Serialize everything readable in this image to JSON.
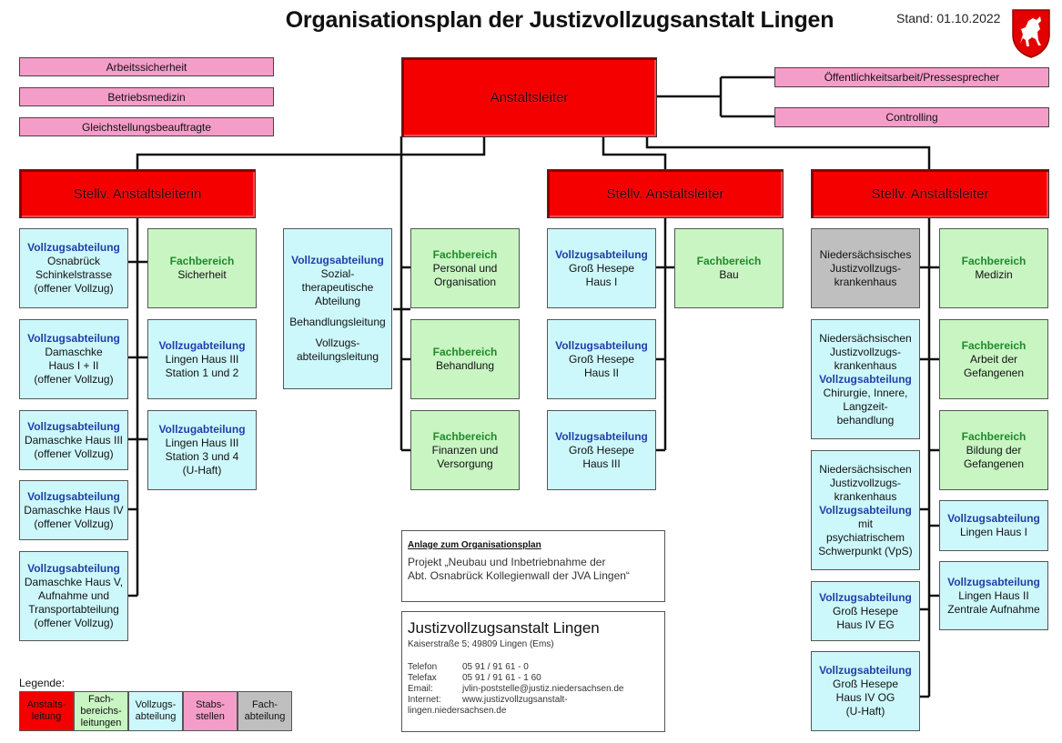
{
  "header": {
    "title": "Organisationsplan der Justizvollzugsanstalt Lingen",
    "stand": "Stand: 01.10.2022"
  },
  "colors": {
    "leitung": "#f50000",
    "fachbereich": "#c8f5c2",
    "vollzug": "#cdf8fb",
    "stab": "#f59dc9",
    "fachabteilung": "#bfbfbf",
    "heading_vollzug": "#1f3fa8",
    "heading_fach": "#1f8a2a"
  },
  "staff": {
    "left": [
      "Arbeitssicherheit",
      "Betriebsmedizin",
      "Gleichstellungsbeauftragte"
    ],
    "right": [
      "Öffentlichkeitsarbeit/Pressesprecher",
      "Controlling"
    ]
  },
  "leader": "Anstaltsleiter",
  "deputies": [
    "Stellv. Anstaltsleiterin",
    "Stellv. Anstaltsleiter",
    "Stellv. Anstaltsleiter"
  ],
  "units": {
    "u1": {
      "h": "Vollzugsabteilung",
      "t": [
        "Osnabrück",
        "Schinkelstrasse",
        "(offener Vollzug)"
      ]
    },
    "u2": {
      "h": "Vollzugsabteilung",
      "t": [
        "Damaschke",
        "Haus I + II",
        "(offener Vollzug)"
      ]
    },
    "u3": {
      "h": "Vollzugsabteilung",
      "t": [
        "Damaschke Haus III",
        "(offener Vollzug)"
      ]
    },
    "u4": {
      "h": "Vollzugsabteilung",
      "t": [
        "Damaschke Haus IV",
        "(offener Vollzug)"
      ]
    },
    "u5": {
      "h": "Vollzugsabteilung",
      "t": [
        "Damaschke Haus V,",
        "Aufnahme und",
        "Transportabteilung",
        "(offener Vollzug)"
      ]
    },
    "f1": {
      "h": "Fachbereich",
      "t": [
        "Sicherheit"
      ]
    },
    "u6": {
      "h": "Vollzugabteilung",
      "t": [
        "Lingen Haus III",
        "Station 1 und 2"
      ]
    },
    "u7": {
      "h": "Vollzugabteilung",
      "t": [
        "Lingen Haus III",
        "Station 3 und 4",
        "(U-Haft)"
      ]
    },
    "u8": {
      "h": "Vollzugsabteilung",
      "t": [
        "Sozial-",
        "therapeutische",
        "Abteilung"
      ],
      "extra1": "Behandlungsleitung",
      "extra2": [
        "Vollzugs-",
        "abteilungsleitung"
      ]
    },
    "f2": {
      "h": "Fachbereich",
      "t": [
        "Personal und",
        "Organisation"
      ]
    },
    "f3": {
      "h": "Fachbereich",
      "t": [
        "Behandlung"
      ]
    },
    "f4": {
      "h": "Fachbereich",
      "t": [
        "Finanzen und",
        "Versorgung"
      ]
    },
    "u9": {
      "h": "Vollzugsabteilung",
      "t": [
        "Groß Hesepe",
        "Haus I"
      ]
    },
    "u10": {
      "h": "Vollzugsabteilung",
      "t": [
        "Groß Hesepe",
        "Haus II"
      ]
    },
    "u11": {
      "h": "Vollzugsabteilung",
      "t": [
        "Groß Hesepe",
        "Haus III"
      ]
    },
    "f5": {
      "h": "Fachbereich",
      "t": [
        "Bau"
      ]
    },
    "g1": {
      "t": [
        "Niedersächsisches",
        "Justizvollzugs-",
        "krankenhaus"
      ]
    },
    "u12": {
      "pre": [
        "Niedersächsischen",
        "Justizvollzugs-",
        "krankenhaus"
      ],
      "h": "Vollzugsabteilung",
      "t": [
        "Chirurgie, Innere,",
        "Langzeit-",
        "behandlung"
      ]
    },
    "u13": {
      "pre": [
        "Niedersächsischen",
        "Justizvollzugs-",
        "krankenhaus"
      ],
      "h": "Vollzugsabteilung",
      "t": [
        "mit",
        "psychiatrischem",
        "Schwerpunkt (VpS)"
      ]
    },
    "u14": {
      "h": "Vollzugsabteilung",
      "t": [
        "Groß Hesepe",
        "Haus IV EG"
      ]
    },
    "u15": {
      "h": "Vollzugsabteilung",
      "t": [
        "Groß Hesepe",
        "Haus IV OG",
        "(U-Haft)"
      ]
    },
    "f6": {
      "h": "Fachbereich",
      "t": [
        "Medizin"
      ]
    },
    "f7": {
      "h": "Fachbereich",
      "t": [
        "Arbeit der",
        "Gefangenen"
      ]
    },
    "f8": {
      "h": "Fachbereich",
      "t": [
        "Bildung der",
        "Gefangenen"
      ]
    },
    "u16": {
      "h": "Vollzugsabteilung",
      "t": [
        "Lingen Haus I"
      ]
    },
    "u17": {
      "h": "Vollzugsabteilung",
      "t": [
        "Lingen Haus II",
        "Zentrale Aufnahme"
      ]
    }
  },
  "annex": {
    "title": "Anlage zum Organisationsplan",
    "lines": [
      "Projekt „Neubau und Inbetriebnahme der",
      "Abt. Osnabrück Kollegienwall der JVA Lingen“"
    ]
  },
  "contact": {
    "name": "Justizvollzugsanstalt Lingen",
    "address": "Kaiserstraße 5; 49809 Lingen (Ems)",
    "rows": [
      {
        "k": "Telefon",
        "v": "05 91 / 91 61 - 0"
      },
      {
        "k": "Telefax",
        "v": "05 91 / 91 61 - 1 60"
      },
      {
        "k": "Email:",
        "v": "jvlin-poststelle@justiz.niedersachsen.de"
      },
      {
        "k": "Internet:",
        "v": "www.justizvollzugsanstalt-"
      }
    ],
    "cont": "lingen.niedersachsen.de"
  },
  "legend": {
    "title": "Legende:",
    "items": [
      {
        "label": [
          "Anstalts-",
          "leitung"
        ],
        "color": "#f50000"
      },
      {
        "label": [
          "Fach-",
          "bereichs-",
          "leitungen"
        ],
        "color": "#c8f5c2"
      },
      {
        "label": [
          "Vollzugs-",
          "abteilung"
        ],
        "color": "#cdf8fb"
      },
      {
        "label": [
          "Stabs-",
          "stellen"
        ],
        "color": "#f59dc9"
      },
      {
        "label": [
          "Fach-",
          "abteilung"
        ],
        "color": "#bfbfbf"
      }
    ]
  }
}
